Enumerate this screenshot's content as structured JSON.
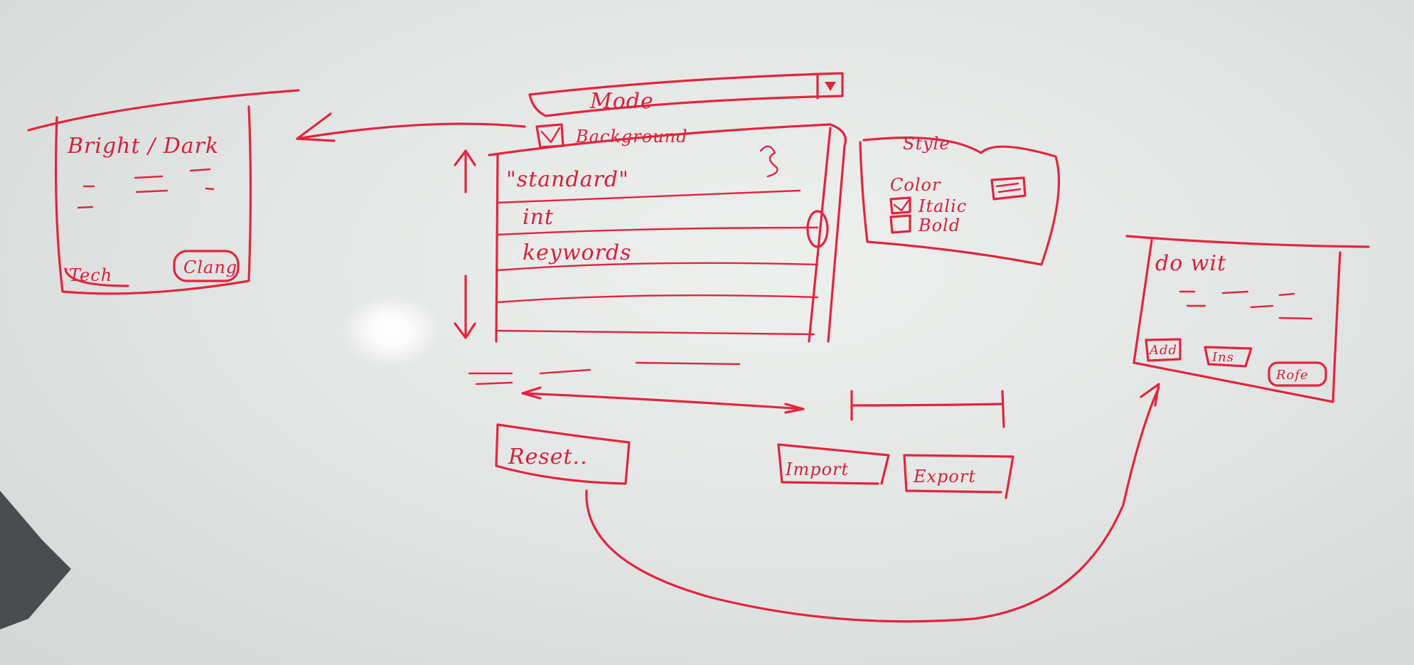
{
  "colors": {
    "marker": "#e3243f",
    "board": "#e8eae9"
  },
  "mode_bar": {
    "label": "Mode"
  },
  "background_checkbox": {
    "label": "Background"
  },
  "token_list": {
    "items": [
      "\"standard\"",
      "int",
      "keywords",
      "",
      ""
    ]
  },
  "style_panel": {
    "title": "Style",
    "color_label": "Color",
    "italic_label": "Italic",
    "bold_label": "Bold"
  },
  "theme_dialog": {
    "title": "Bright / Dark",
    "button_left": "Tech",
    "button_right": "Clang"
  },
  "edit_dialog": {
    "title": "do wit",
    "button_left": "Add",
    "button_middle": "Ins",
    "button_right": "Rofe"
  },
  "buttons": {
    "reset": "Reset..",
    "import": "Import",
    "export": "Export"
  }
}
